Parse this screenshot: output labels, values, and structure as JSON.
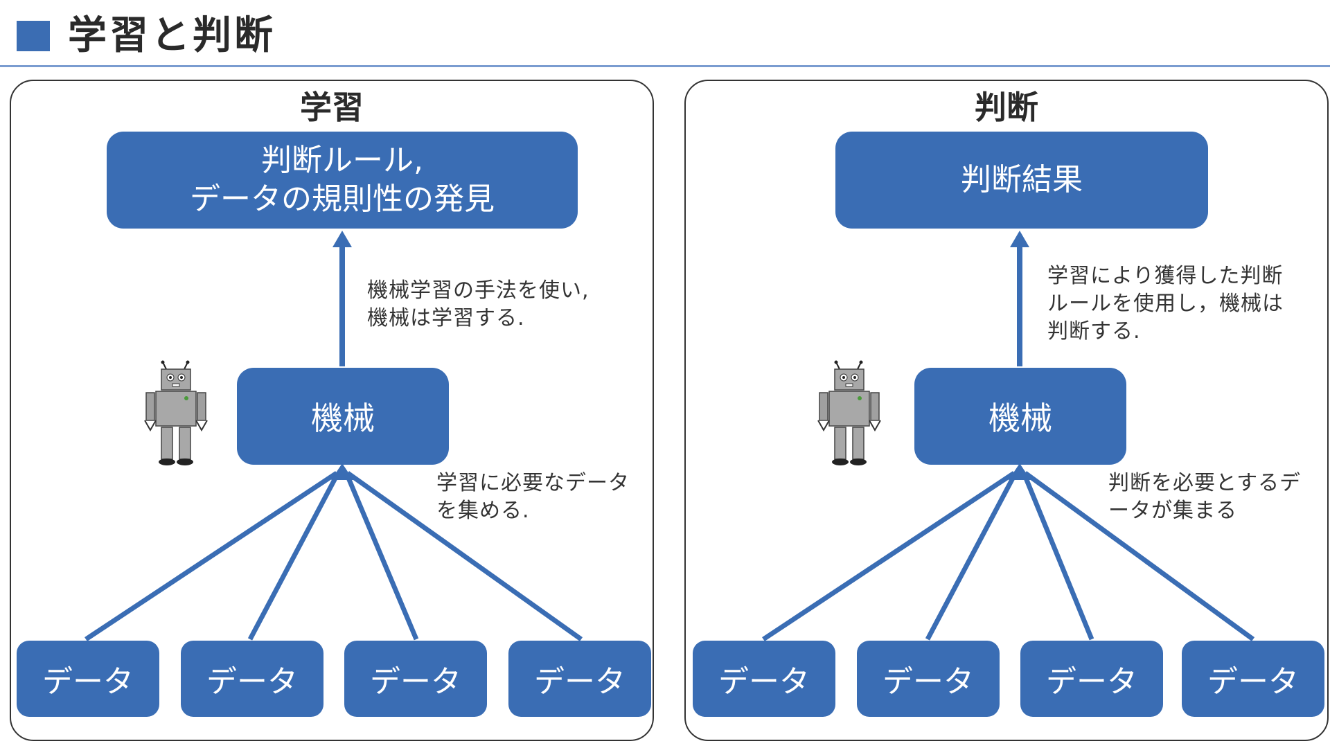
{
  "header": {
    "title": "学習と判断"
  },
  "colors": {
    "accent": "#3b6db3",
    "box": "#3a6db4",
    "rule": "#7a9cd0",
    "arrow": "#3a6db4"
  },
  "learning": {
    "heading": "学習",
    "result_line1": "判断ルール,",
    "result_line2": "データの規則性の発見",
    "machine": "機械",
    "note_top": "機械学習の手法を使い,\n機械は学習する.",
    "note_bottom": "学習に必要なデータ\nを集める.",
    "data": [
      "データ",
      "データ",
      "データ",
      "データ"
    ],
    "robot_icon": "robot-icon"
  },
  "judgment": {
    "heading": "判断",
    "result": "判断結果",
    "machine": "機械",
    "note_top": "学習により獲得した判断\nルールを使用し，機械は\n判断する.",
    "note_bottom": "判断を必要とするデ\nータが集まる",
    "data": [
      "データ",
      "データ",
      "データ",
      "データ"
    ],
    "robot_icon": "robot-icon"
  }
}
